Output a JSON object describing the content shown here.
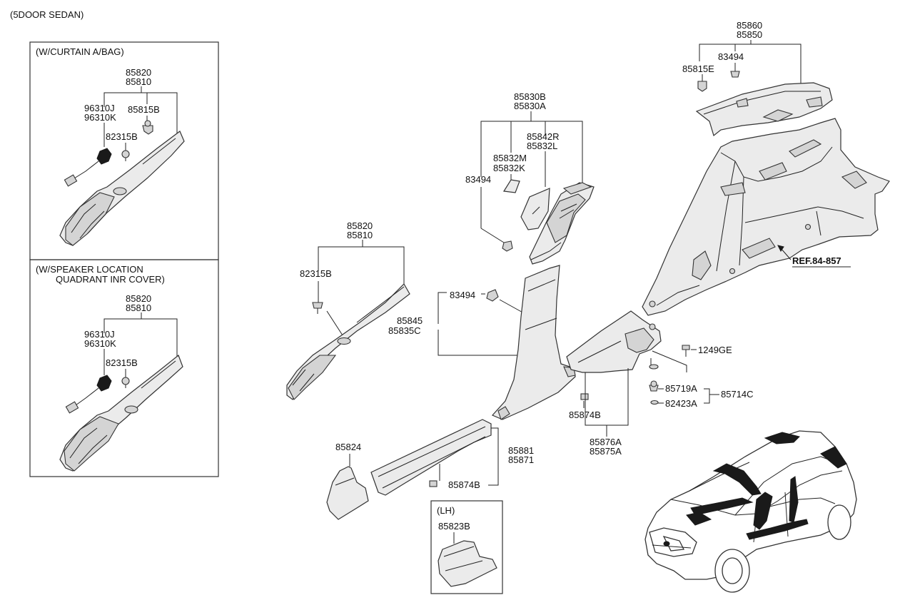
{
  "header": {
    "variant": "(5DOOR SEDAN)"
  },
  "insets": {
    "curtain_airbag": {
      "title": "(W/CURTAIN A/BAG)",
      "labels": [
        "85820",
        "85810",
        "96310J",
        "96310K",
        "85815B",
        "82315B"
      ]
    },
    "speaker_location": {
      "title_line1": "(W/SPEAKER LOCATION",
      "title_line2": "QUADRANT INR COVER)",
      "labels": [
        "85820",
        "85810",
        "96310J",
        "96310K",
        "82315B"
      ]
    },
    "lh": {
      "title": "(LH)",
      "labels": [
        "85823B"
      ]
    }
  },
  "callouts": {
    "a_pillar": [
      "85820",
      "85810",
      "82315B"
    ],
    "b_pillar_upper": [
      "85830B",
      "85830A",
      "85842R",
      "85832L",
      "85832M",
      "85832K",
      "83494"
    ],
    "b_pillar_lower": [
      "83494",
      "85845",
      "85835C"
    ],
    "scuff": [
      "85824",
      "85881",
      "85871",
      "85874B"
    ],
    "c_pillar": [
      "85874B",
      "85876A",
      "85875A"
    ],
    "fasteners": [
      "1249GE",
      "85719A",
      "85714C",
      "82423A"
    ],
    "rear_upper": [
      "85860",
      "85850",
      "83494",
      "85815E"
    ],
    "reference": "REF.84-857"
  }
}
